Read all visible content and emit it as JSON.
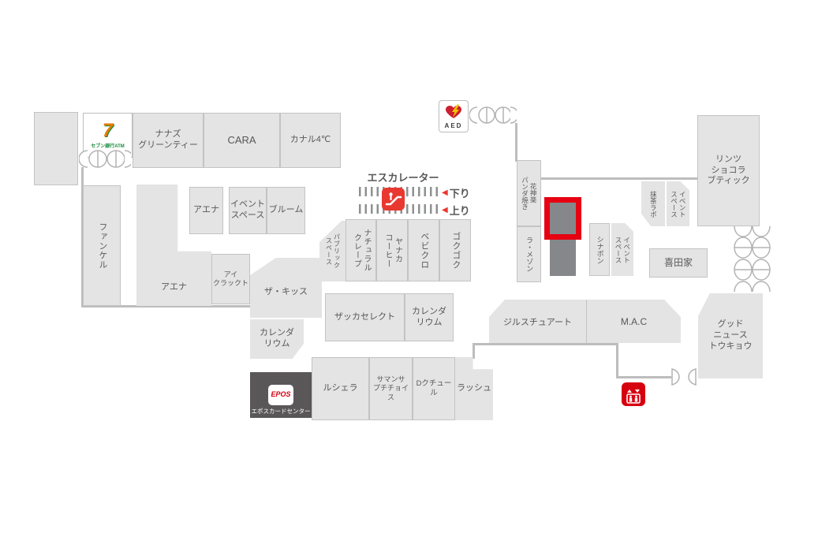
{
  "colors": {
    "store_fill": "#e4e4e5",
    "store_border": "#c3c3c3",
    "wall": "#bdbdbd",
    "text": "#595757",
    "accent_red": "#e8382f",
    "highlight_red": "#e60012",
    "highlight_fill": "#85878b",
    "dark_store": "#595757",
    "aed_heart": "#cc1f2f",
    "aed_bolt": "#f2c500",
    "seven_green": "#1a8b3c",
    "seven_orange": "#e37d00"
  },
  "escalator": {
    "title": "エスカレーター",
    "down": "下り",
    "up": "上り"
  },
  "icons": {
    "aed": "AED",
    "epos_logo": "EPOS"
  },
  "stores": {
    "seven_bank": "セブン銀行ATM",
    "nanaz": "ナナズ\nグリーンティー",
    "cara": "CARA",
    "canal4c": "カナル4℃",
    "fancl": "ファンケル",
    "aena_small": "アエナ",
    "event_space_1": "イベント\nスペース",
    "bloom": "ブルーム",
    "aena_large": "アエナ",
    "eye_crackt": "アイ\nクラックト",
    "the_kiss": "ザ・キッス",
    "calendarium_left": "カレンダ\nリウム",
    "epos_card_center": "エポスカードセンター",
    "lucera": "ルシェラ",
    "samantha": "サマンサ\nプチチョイス",
    "d_couture": "Dクチュール",
    "lush": "ラッシュ",
    "zakka_select": "ザッカセレクト",
    "calendarium_center": "カレンダ\nリウム",
    "public_space": "パブリック\nスペース",
    "natural_crepe": "ナチュラル\nクレープ",
    "yanaka_coffee": "ヤナカ\nコーヒー",
    "bebiclo": "ベビクロ",
    "gokugoku": "ゴクゴク",
    "jill_stuart": "ジルスチュアート",
    "mac": "M.A.C",
    "hanakagura_panda": "花神楽\nパンダ焼き",
    "la_maison": "ラ・メゾン",
    "cinnabon": "シナボン",
    "event_space_2": "イベント\nスペース",
    "matcha_lab": "抹茶ラボ",
    "event_space_3": "イベント\nスペース",
    "lindt": "リンツ\nショコラ\nブティック",
    "kitaya": "喜田家",
    "good_news_tokyo": "グッド\nニュース\nトウキョウ"
  }
}
